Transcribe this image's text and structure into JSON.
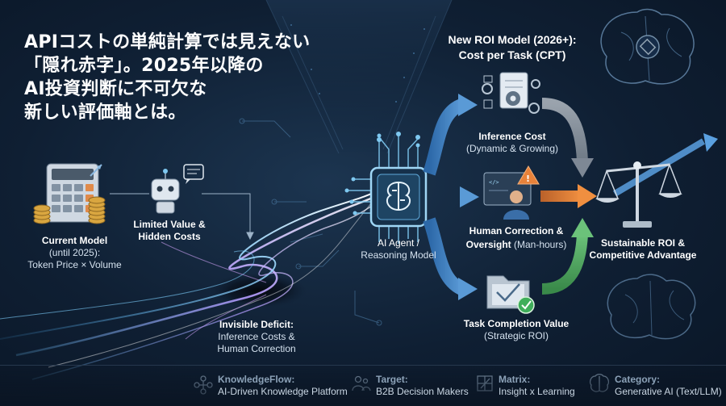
{
  "headline": {
    "line1": "APIコストの単純計算では見えない",
    "line2": "「隠れ赤字」。2025年以降の",
    "line3": "AI投資判断に不可欠な",
    "line4": "新しい評価軸とは。"
  },
  "roi_model": {
    "title_line1": "New ROI Model (2026+):",
    "title_line2": "Cost per Task (CPT)"
  },
  "nodes": {
    "current_model": {
      "bold": "Current Model",
      "line2": "(until 2025):",
      "line3": "Token Price × Volume"
    },
    "limited_value": {
      "line1": "Limited Value &",
      "line2": "Hidden Costs"
    },
    "invisible_deficit": {
      "line1": "Invisible Deficit:",
      "line2": "Inference Costs &",
      "line3": "Human Correction"
    },
    "ai_agent": {
      "line1": "AI Agent /",
      "line2": "Reasoning Model"
    },
    "inference_cost": {
      "bold": "Inference Cost",
      "line2": "(Dynamic & Growing)"
    },
    "human_correction": {
      "bold1": "Human Correction &",
      "bold2": "Oversight",
      "rest": " (Man-hours)"
    },
    "task_completion": {
      "bold": "Task Completion Value",
      "line2": "(Strategic ROI)"
    },
    "sustainable_roi": {
      "line1": "Sustainable ROI &",
      "line2": "Competitive Advantage"
    }
  },
  "footer": [
    {
      "key": "KnowledgeFlow:",
      "value": "AI-Driven Knowledge Platform",
      "icon": "network-icon"
    },
    {
      "key": "Target:",
      "value": "B2B Decision Makers",
      "icon": "people-icon"
    },
    {
      "key": "Matrix:",
      "value": "Insight x Learning",
      "icon": "matrix-icon"
    },
    {
      "key": "Category:",
      "value": "Generative AI (Text/LLM)",
      "icon": "brain-icon"
    }
  ],
  "colors": {
    "flow_arrow_blue": "#3d7fc0",
    "gray_arrow": "#8c96a3",
    "orange_arrow": "#e8873a",
    "green_arrow": "#53a862",
    "accent_cyan": "#7ec8f0",
    "check_green": "#3fae5a",
    "warning_orange": "#e8823a"
  }
}
